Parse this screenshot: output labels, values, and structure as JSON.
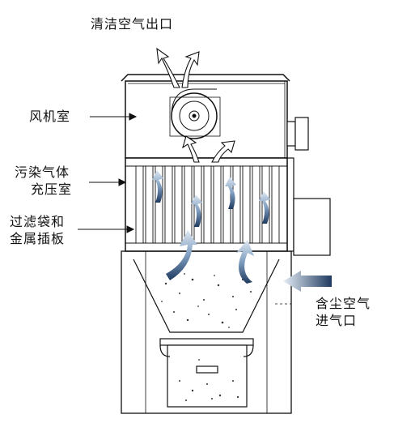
{
  "labels": {
    "clean_air_outlet": "清洁空气出口",
    "fan_room": "风机室",
    "polluted_plenum_line1": "污染气体",
    "polluted_plenum_line2": "充压室",
    "filter_bags_line1": "过滤袋和",
    "filter_bags_line2": "金属插板",
    "dusty_air_inlet_line1": "含尘空气",
    "dusty_air_inlet_line2": "进气口"
  },
  "colors": {
    "arrow_blue": "#1f3a5f",
    "line": "#111111",
    "light_blue": "#9fb7d3"
  }
}
